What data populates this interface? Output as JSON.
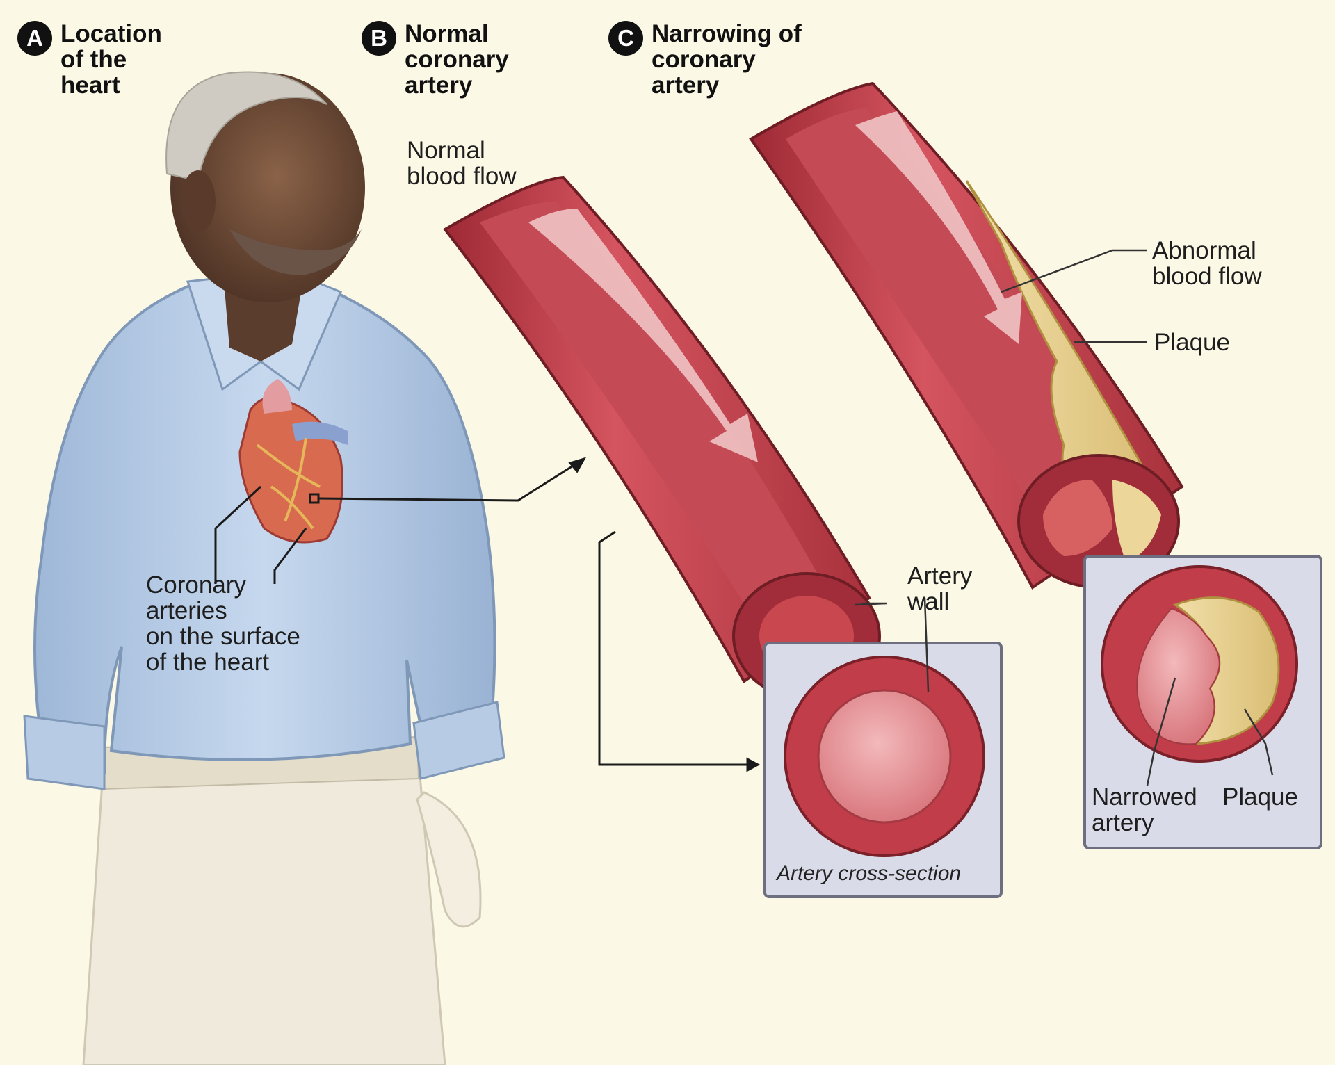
{
  "panels": {
    "a": {
      "letter": "A",
      "title": "Location\nof the\nheart"
    },
    "b": {
      "letter": "B",
      "title": "Normal\ncoronary\nartery"
    },
    "c": {
      "letter": "C",
      "title": "Narrowing of\ncoronary\nartery"
    }
  },
  "labels": {
    "coronary_arteries": "Coronary\narteries\non the surface\nof the heart",
    "normal_flow": "Normal\nblood flow",
    "artery_wall": "Artery\nwall",
    "cross_section": "Artery cross-section",
    "abnormal_flow": "Abnormal\nblood flow",
    "plaque_top": "Plaque",
    "narrowed_artery": "Narrowed\nartery",
    "plaque_bottom": "Plaque"
  },
  "colors": {
    "background": "#fbf8e6",
    "artery_wall": "#c8444f",
    "artery_inner": "#e37f86",
    "plaque": "#ecd69a",
    "shirt": "#b9cfe8",
    "skin": "#6b4a38",
    "inset_box": "#d9dbe8"
  }
}
